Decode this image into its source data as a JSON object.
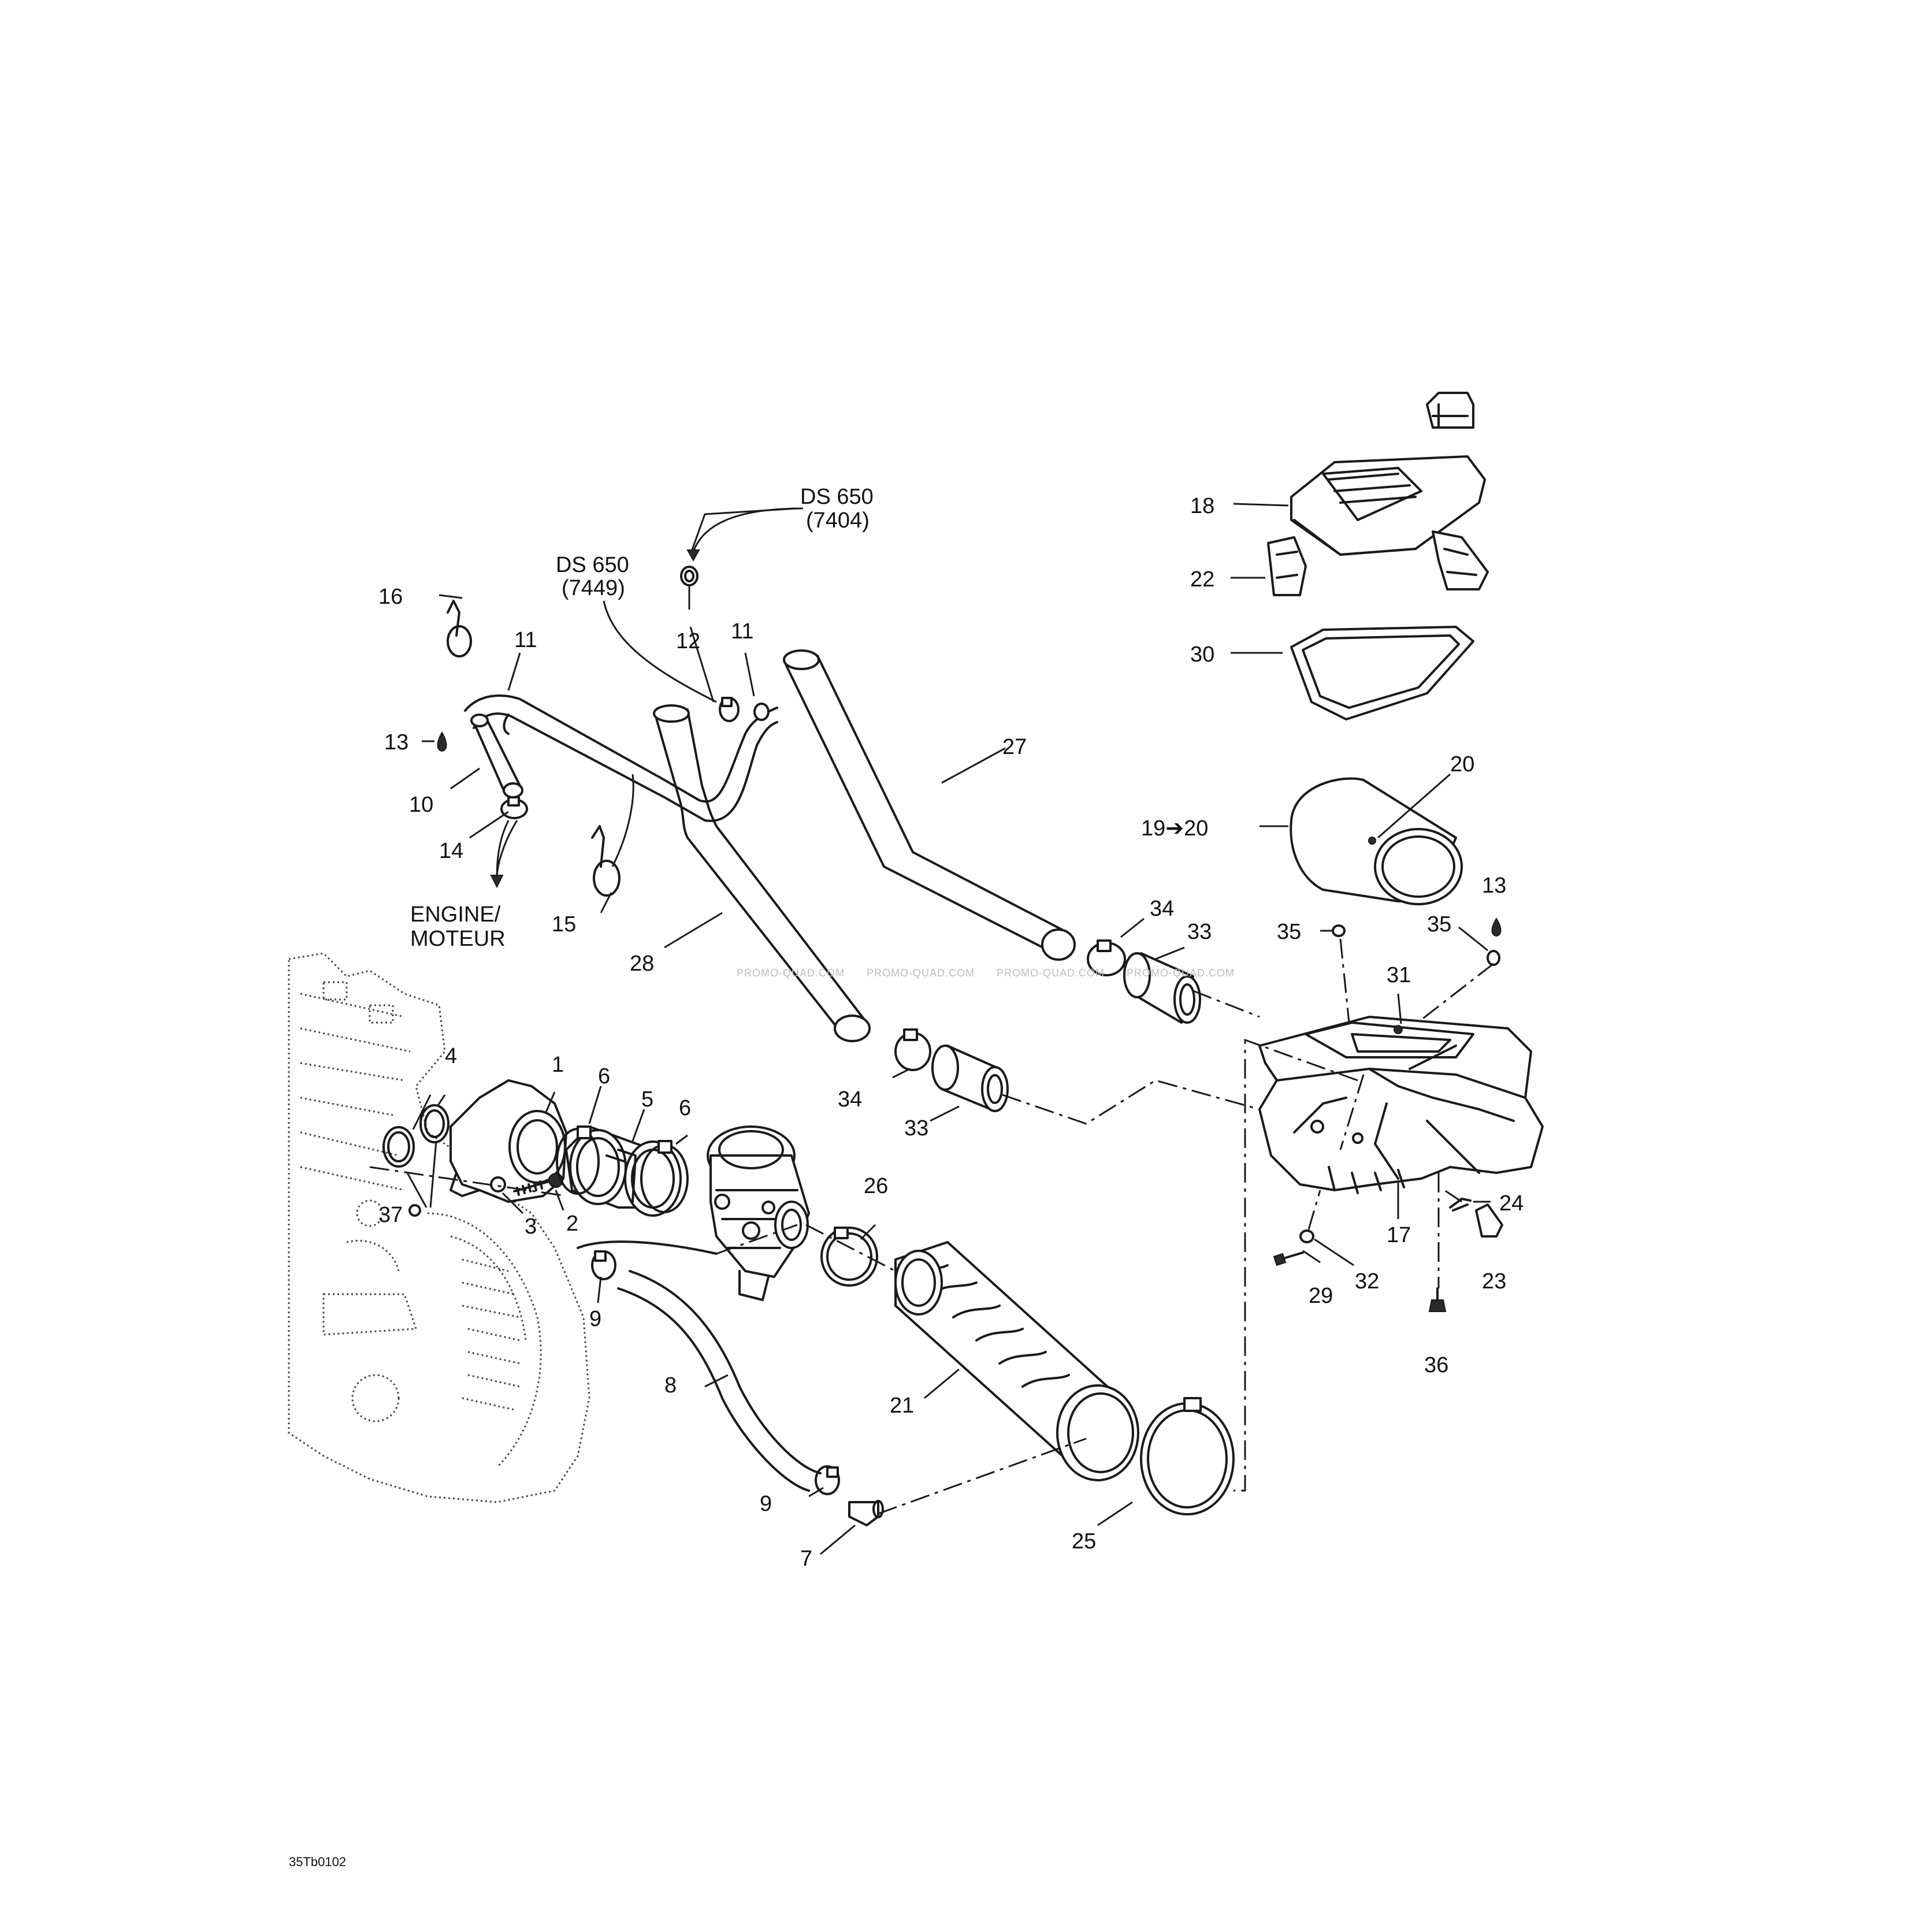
{
  "callouts": {
    "c1": "1",
    "c2": "2",
    "c3": "3",
    "c4": "4",
    "c5": "5",
    "c6a": "6",
    "c6b": "6",
    "c7": "7",
    "c8": "8",
    "c9a": "9",
    "c9b": "9",
    "c10": "10",
    "c11a": "11",
    "c11b": "11",
    "c12": "12",
    "c13a": "13",
    "c13b": "13",
    "c14": "14",
    "c15": "15",
    "c16": "16",
    "c17": "17",
    "c18": "18",
    "c19_20": "19➔20",
    "c20": "20",
    "c21": "21",
    "c22": "22",
    "c23": "23",
    "c24": "24",
    "c25": "25",
    "c26": "26",
    "c27": "27",
    "c28": "28",
    "c29": "29",
    "c30": "30",
    "c31": "31",
    "c32": "32",
    "c33a": "33",
    "c33b": "33",
    "c34a": "34",
    "c34b": "34",
    "c35a": "35",
    "c35b": "35",
    "c36": "36",
    "c37": "37"
  },
  "notes": {
    "ds650_a_model": "DS 650",
    "ds650_a_code": "(7404)",
    "ds650_b_model": "DS 650",
    "ds650_b_code": "(7449)",
    "engine_en": "ENGINE/",
    "engine_fr": "MOTEUR"
  },
  "watermark": {
    "w1": "PROMO-QUAD.COM",
    "w2": "PROMO-QUAD.COM",
    "w3": "PROMO-QUAD.COM",
    "w4": "PROMO-QUAD.COM"
  },
  "figure_code": "35Tb0102",
  "colors": {
    "line": "#1a1a1a",
    "background": "#ffffff",
    "watermark": "#bdbdbd"
  }
}
